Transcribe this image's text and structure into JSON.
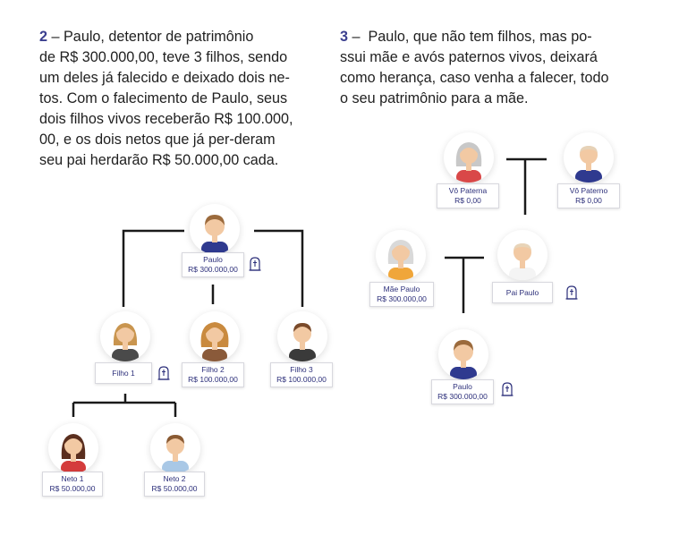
{
  "paragraph2": {
    "number": "2",
    "lines": [
      " – Paulo, detentor de patrimônio",
      "de R$ 300.000,00, teve 3 filhos, sendo",
      "um deles já falecido e deixado dois ne-",
      "tos. Com o falecimento de Paulo, seus",
      "dois filhos vivos receberão R$ 100.000,",
      "00, e os dois netos que já per-deram",
      "seu pai herdarão R$ 50.000,00 cada."
    ]
  },
  "paragraph3": {
    "number": "3",
    "lines": [
      " –  Paulo, que não tem filhos, mas po-",
      "ssui mãe e avós paternos vivos, deixará",
      "como herança, caso venha a falecer, todo",
      "o seu patrimônio para a mãe."
    ]
  },
  "tree2": {
    "paulo": {
      "name": "Paulo",
      "value": "R$ 300.000,00"
    },
    "filho1": {
      "name": "Filho 1",
      "value": ""
    },
    "filho2": {
      "name": "Filho 2",
      "value": "R$ 100.000,00"
    },
    "filho3": {
      "name": "Filho 3",
      "value": "R$ 100.000,00"
    },
    "neto1": {
      "name": "Neto 1",
      "value": "R$ 50.000,00"
    },
    "neto2": {
      "name": "Neto 2",
      "value": "R$ 50.000,00"
    }
  },
  "tree3": {
    "vo_paterna": {
      "name": "Vô Paterna",
      "value": "R$ 0,00"
    },
    "vo_paterno": {
      "name": "Vô Paterno",
      "value": "R$ 0,00"
    },
    "mae_paulo": {
      "name": "Mãe Paulo",
      "value": "R$ 300.000,00"
    },
    "pai_paulo": {
      "name": "Pai Paulo",
      "value": ""
    },
    "paulo": {
      "name": "Paulo",
      "value": "R$ 300.000,00"
    }
  },
  "colors": {
    "accent": "#2c2f7a",
    "line": "#1a1a1a",
    "card_border": "#d8d8de"
  },
  "icons": {
    "deceased": "tombstone-icon"
  }
}
